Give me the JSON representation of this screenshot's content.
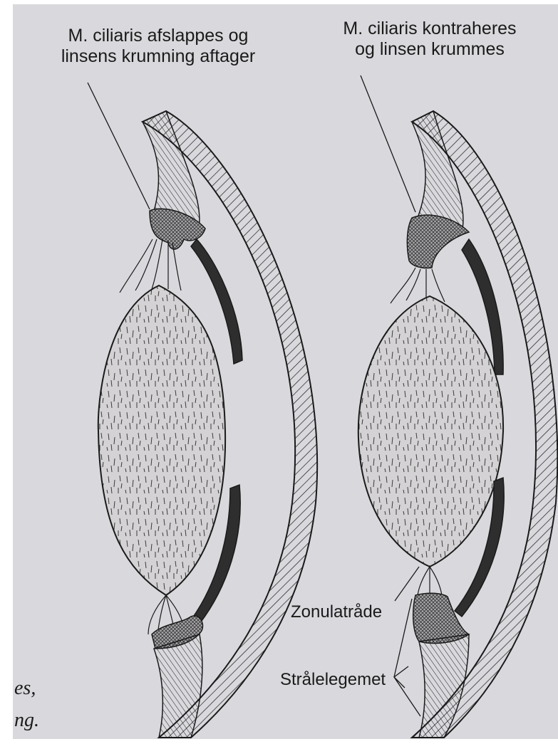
{
  "labels": {
    "relaxed_line1": "M. ciliaris afslappes og",
    "relaxed_line2": "linsens krumning aftager",
    "contracted_line1": "M. ciliaris kontraheres",
    "contracted_line2": "og linsen krummes",
    "zonula": "Zonulatråde",
    "ciliary_body": "Strålelegemet"
  },
  "page_fragments": {
    "line1": "es,",
    "line2": "ng."
  },
  "colors": {
    "paper": "#d9d8dc",
    "ink": "#1a1a1a",
    "lens_fill": "#d4d2d4",
    "iris_dark": "#2e2e2e"
  }
}
